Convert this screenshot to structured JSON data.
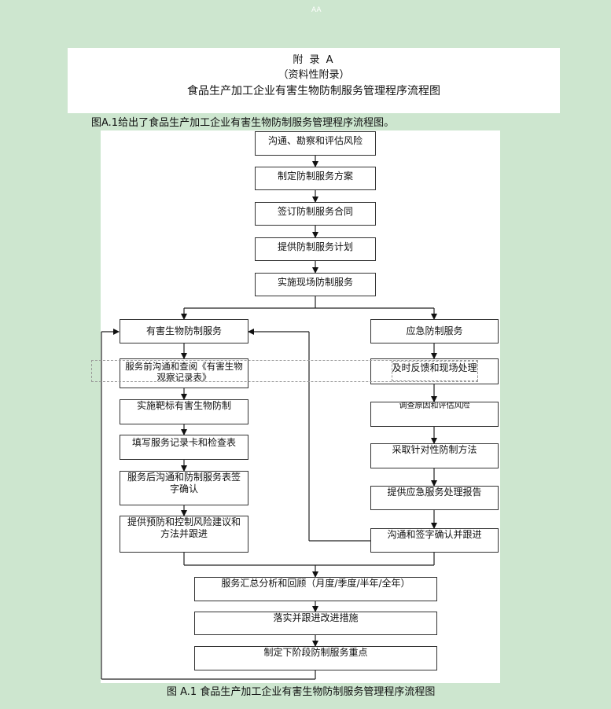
{
  "top_mark": "AA",
  "header": {
    "appendix": "附 录 A",
    "nature": "（资料性附录）",
    "title": "食品生产加工企业有害生物防制服务管理程序流程图"
  },
  "intro": "图A.1给出了食品生产加工企业有害生物防制服务管理程序流程图。",
  "flow": {
    "main_steps": [
      "沟通、勘察和评估风险",
      "制定防制服务方案",
      "签订防制服务合同",
      "提供防制服务计划",
      "实施现场防制服务"
    ],
    "left_branch": {
      "title": "有害生物防制服务",
      "steps": [
        "服务前沟通和查阅《有害生物观察记录表》",
        "实施靶标有害生物防制",
        "填写服务记录卡和检查表",
        "服务后沟通和防制服务表签字确认",
        "提供预防和控制风险建议和方法并跟进"
      ]
    },
    "right_branch": {
      "title": "应急防制服务",
      "steps": [
        "及时反馈和现场处理",
        "调查原因和评估风险",
        "采取针对性防制方法",
        "提供应急服务处理报告",
        "沟通和签字确认并跟进"
      ]
    },
    "final_steps": [
      "服务汇总分析和回顾（月度/季度/半年/全年）",
      "落实并跟进改进措施",
      "制定下阶段防制服务重点"
    ]
  },
  "caption": "图 A.1   食品生产加工企业有害生物防制服务管理程序流程图"
}
